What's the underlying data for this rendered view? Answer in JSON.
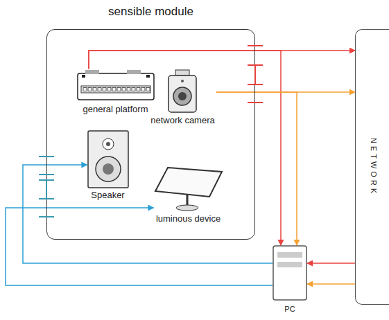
{
  "diagram": {
    "nodes": [
      {
        "text": [
          "sensible module"
        ]
      },
      {
        "text": [
          "general platform"
        ],
        "in": 0
      },
      {
        "text": [
          "network camera"
        ],
        "in": 0
      },
      {
        "text": [
          "Speaker"
        ],
        "in": 0
      },
      {
        "text": [
          "luminous device"
        ],
        "in": 0
      },
      {
        "text": [
          "NETWORK"
        ]
      },
      {
        "text": [
          "PC"
        ]
      }
    ],
    "edges": [
      {
        "from": 1,
        "to": 5,
        "arrow": "to"
      },
      {
        "from": 1,
        "to": 6,
        "arrow": "to"
      },
      {
        "from": 2,
        "to": 5,
        "arrow": "to"
      },
      {
        "from": 2,
        "to": 6,
        "arrow": "to"
      },
      {
        "from": 5,
        "to": 6,
        "arrow": "to"
      },
      {
        "from": 5,
        "to": 6,
        "arrow": "to"
      },
      {
        "from": 6,
        "to": 3,
        "arrow": "to"
      },
      {
        "from": 6,
        "to": 4,
        "arrow": "to"
      }
    ]
  }
}
